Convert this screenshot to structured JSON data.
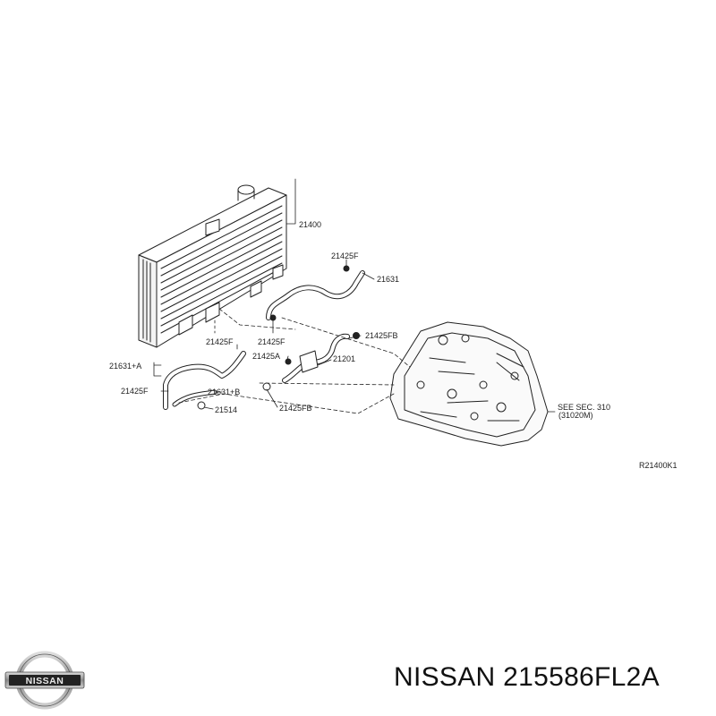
{
  "diagram": {
    "parts": {
      "radiator": "21400",
      "clip_a": "21425F",
      "hose_upper": "21631",
      "clip_b": "21425F",
      "clip_c": "21425F",
      "clip_d": "21425FB",
      "clip_e": "21425A",
      "hose_oil": "21201",
      "hose_a": "21631+A",
      "clip_f": "21425F",
      "hose_b": "21631+B",
      "bracket": "21514",
      "clip_g": "21425FB"
    },
    "reference_line1": "SEE SEC. 310",
    "reference_line2": "(31020M)",
    "figure_code": "R21400K1"
  },
  "logo": {
    "text": "NISSAN"
  },
  "footer": {
    "title": "NISSAN 215586FL2A"
  }
}
